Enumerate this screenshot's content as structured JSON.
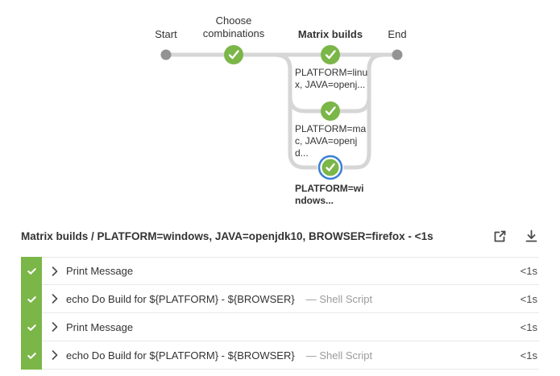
{
  "colors": {
    "success": "#7bb648",
    "selected": "#3b7fd4",
    "line": "#d6d6d6",
    "dot": "#949393",
    "text": "#333333",
    "muted": "#9b9b9b"
  },
  "graph": {
    "stages": [
      {
        "id": "start",
        "label": "Start",
        "state": "start"
      },
      {
        "id": "choose-combinations",
        "label": "Choose combinations",
        "state": "success"
      },
      {
        "id": "matrix-builds",
        "label": "Matrix builds",
        "state": "success"
      },
      {
        "id": "end",
        "label": "End",
        "state": "end"
      }
    ],
    "branches": [
      {
        "label": "PLATFORM=linux, JAVA=openj...",
        "state": "success",
        "selected": false
      },
      {
        "label": "PLATFORM=mac, JAVA=openjd...",
        "state": "success",
        "selected": false
      },
      {
        "label": "PLATFORM=windows...",
        "state": "success",
        "selected": true
      }
    ]
  },
  "detail": {
    "title": "Matrix builds / PLATFORM=windows, JAVA=openjdk10, BROWSER=firefox - <1s",
    "icons": [
      {
        "name": "open-external"
      },
      {
        "name": "download"
      }
    ]
  },
  "steps": [
    {
      "label": "Print Message",
      "sublabel": "",
      "duration": "<1s",
      "state": "success"
    },
    {
      "label": "echo Do Build for ${PLATFORM} - ${BROWSER}",
      "sublabel": "— Shell Script",
      "duration": "<1s",
      "state": "success"
    },
    {
      "label": "Print Message",
      "sublabel": "",
      "duration": "<1s",
      "state": "success"
    },
    {
      "label": "echo Do Build for ${PLATFORM} - ${BROWSER}",
      "sublabel": "— Shell Script",
      "duration": "<1s",
      "state": "success"
    }
  ]
}
